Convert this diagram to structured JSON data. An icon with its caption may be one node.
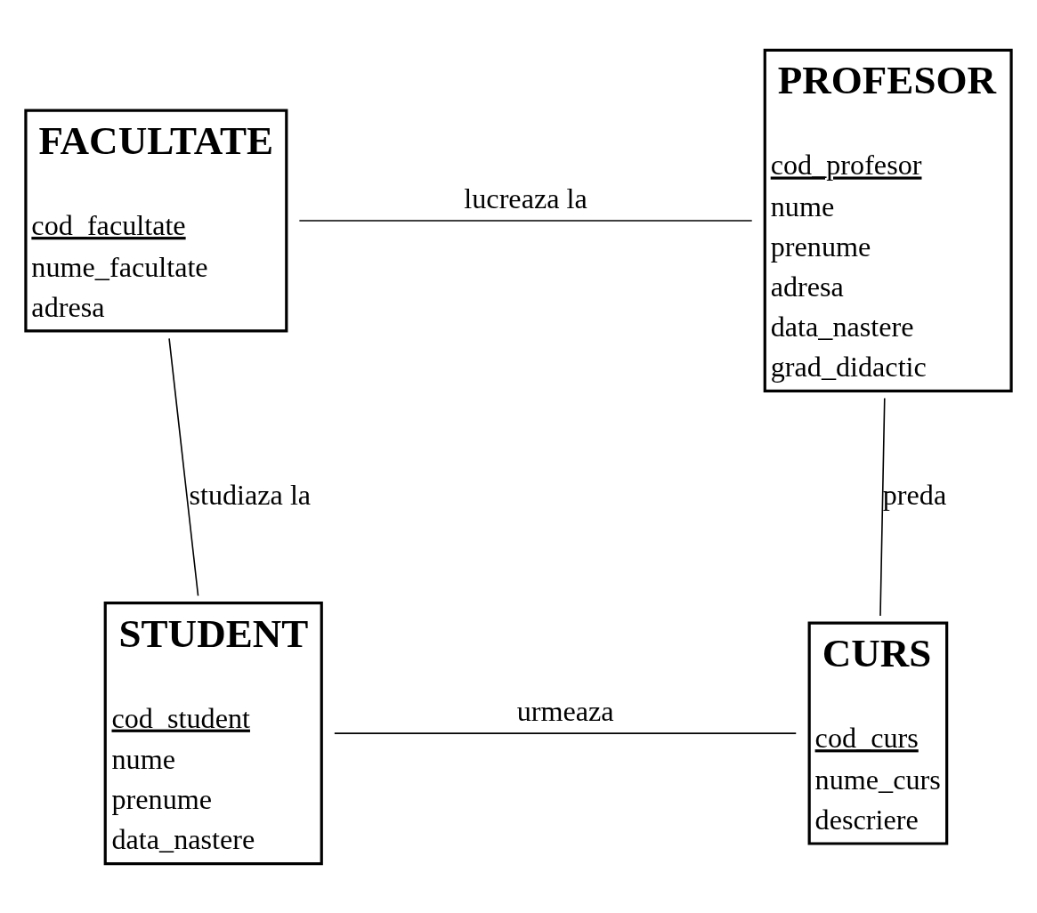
{
  "diagram": {
    "nodes": [
      {
        "text": [
          "FACULTATE",
          "cod_facultate",
          "nume_facultate",
          "adresa"
        ]
      },
      {
        "text": [
          "PROFESOR",
          "cod_profesor",
          "nume",
          "prenume",
          "adresa",
          "data_nastere",
          "grad_didactic"
        ]
      },
      {
        "text": [
          "STUDENT",
          "cod_student",
          "nume",
          "prenume",
          "data_nastere"
        ]
      },
      {
        "text": [
          "CURS",
          "cod_curs",
          "nume_curs",
          "descriere"
        ]
      }
    ],
    "edges": [
      {
        "from": 0,
        "to": 1,
        "arrow": "none",
        "label": "lucreaza la"
      },
      {
        "from": 0,
        "to": 2,
        "arrow": "none",
        "label": "studiaza la"
      },
      {
        "from": 1,
        "to": 3,
        "arrow": "none",
        "label": "preda"
      },
      {
        "from": 2,
        "to": 3,
        "arrow": "none",
        "label": "urmeaza"
      }
    ]
  }
}
